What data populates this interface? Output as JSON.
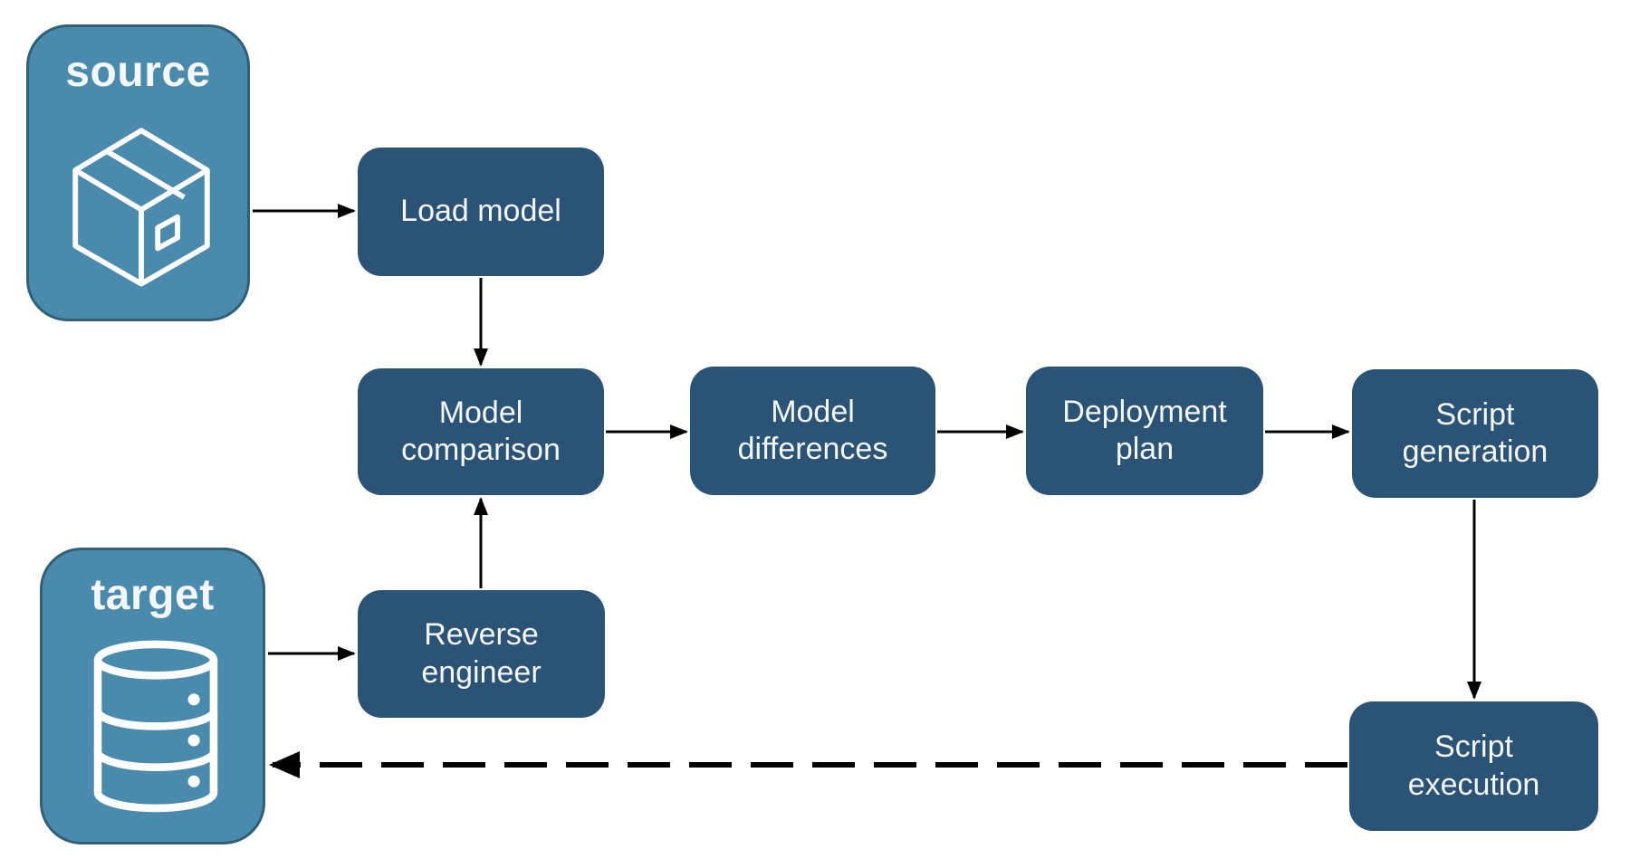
{
  "diagram": {
    "entities": {
      "source": {
        "label": "source",
        "icon": "package-icon"
      },
      "target": {
        "label": "target",
        "icon": "database-icon"
      }
    },
    "steps": {
      "load_model": {
        "label": "Load model"
      },
      "model_comparison": {
        "label": "Model\ncomparison"
      },
      "model_differences": {
        "label": "Model\ndifferences"
      },
      "deployment_plan": {
        "label": "Deployment\nplan"
      },
      "script_generation": {
        "label": "Script\ngeneration"
      },
      "reverse_engineer": {
        "label": "Reverse\nengineer"
      },
      "script_execution": {
        "label": "Script\nexecution"
      }
    },
    "edges": [
      {
        "from": "source",
        "to": "load_model",
        "style": "solid"
      },
      {
        "from": "load_model",
        "to": "model_comparison",
        "style": "solid"
      },
      {
        "from": "target",
        "to": "reverse_engineer",
        "style": "solid"
      },
      {
        "from": "reverse_engineer",
        "to": "model_comparison",
        "style": "solid"
      },
      {
        "from": "model_comparison",
        "to": "model_differences",
        "style": "solid"
      },
      {
        "from": "model_differences",
        "to": "deployment_plan",
        "style": "solid"
      },
      {
        "from": "deployment_plan",
        "to": "script_generation",
        "style": "solid"
      },
      {
        "from": "script_generation",
        "to": "script_execution",
        "style": "solid"
      },
      {
        "from": "script_execution",
        "to": "target",
        "style": "dashed"
      }
    ],
    "colors": {
      "entity_fill": "#4a8bad",
      "entity_border": "#2e6076",
      "step_fill": "#2b5376",
      "label_text": "#f4f7f9",
      "arrow": "#000000",
      "background": "#ffffff"
    }
  }
}
